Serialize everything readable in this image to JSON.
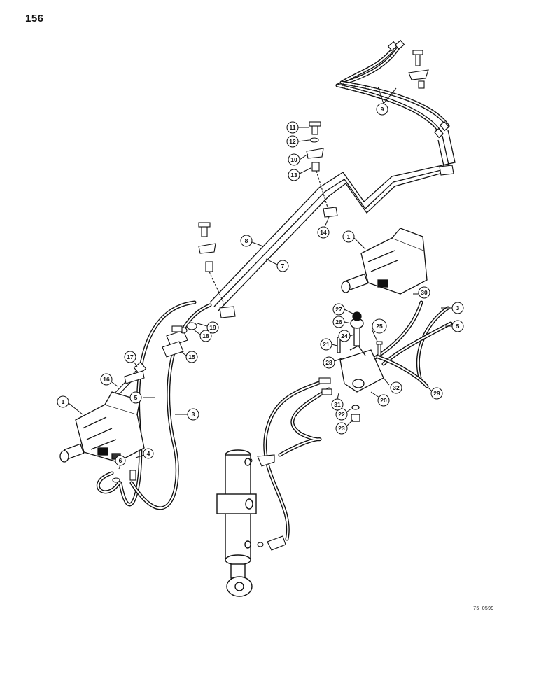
{
  "page_number": "156",
  "drawing_code": "75 0599",
  "callouts": [
    {
      "label": "1",
      "part": "left-control-valve"
    },
    {
      "label": "1",
      "part": "right-control-valve"
    },
    {
      "label": "3",
      "part": "hose-left"
    },
    {
      "label": "3",
      "part": "hose-right"
    },
    {
      "label": "4",
      "part": "fitting"
    },
    {
      "label": "5",
      "part": "hose-left"
    },
    {
      "label": "5",
      "part": "hose-right"
    },
    {
      "label": "6",
      "part": "o-ring"
    },
    {
      "label": "7",
      "part": "tube"
    },
    {
      "label": "8",
      "part": "tube"
    },
    {
      "label": "9",
      "part": "hose-bundle"
    },
    {
      "label": "10",
      "part": "clamp"
    },
    {
      "label": "11",
      "part": "bolt"
    },
    {
      "label": "12",
      "part": "lock-washer"
    },
    {
      "label": "13",
      "part": "spacer"
    },
    {
      "label": "14",
      "part": "clamp-block"
    },
    {
      "label": "15",
      "part": "clamp"
    },
    {
      "label": "16",
      "part": "bolt"
    },
    {
      "label": "17",
      "part": "spacer"
    },
    {
      "label": "18",
      "part": "nut"
    },
    {
      "label": "19",
      "part": "lock-washer"
    },
    {
      "label": "20",
      "part": "valve-body"
    },
    {
      "label": "21",
      "part": "bolt"
    },
    {
      "label": "22",
      "part": "washer"
    },
    {
      "label": "23",
      "part": "nut"
    },
    {
      "label": "24",
      "part": "lever"
    },
    {
      "label": "25",
      "part": "pin"
    },
    {
      "label": "26",
      "part": "handle"
    },
    {
      "label": "27",
      "part": "knob"
    },
    {
      "label": "28",
      "part": "fitting"
    },
    {
      "label": "29",
      "part": "hose"
    },
    {
      "label": "30",
      "part": "o-ring"
    },
    {
      "label": "31",
      "part": "fitting"
    },
    {
      "label": "32",
      "part": "fitting"
    }
  ]
}
